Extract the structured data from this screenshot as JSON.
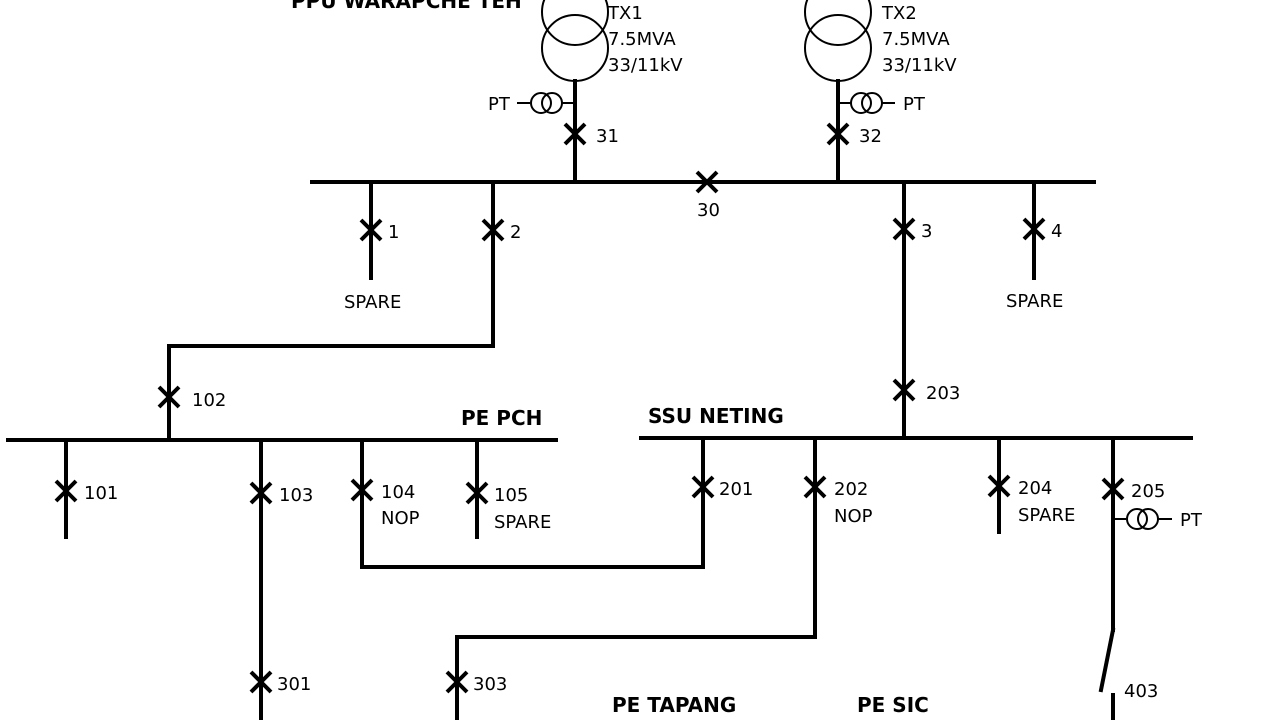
{
  "title": "PPU WARAPCHE TEH",
  "transformers": [
    {
      "name": "TX1",
      "rating": "7.5MVA",
      "voltage": "33/11kV",
      "pt": "PT",
      "breaker": "31"
    },
    {
      "name": "TX2",
      "rating": "7.5MVA",
      "voltage": "33/11kV",
      "pt": "PT",
      "breaker": "32"
    }
  ],
  "bus_coupler": "30",
  "main_feeders": [
    {
      "id": "1",
      "note": "SPARE"
    },
    {
      "id": "2"
    },
    {
      "id": "3"
    },
    {
      "id": "4",
      "note": "SPARE"
    }
  ],
  "pe_pch": {
    "name": "PE PCH",
    "incomer": "102",
    "feeders": [
      {
        "id": "101"
      },
      {
        "id": "103"
      },
      {
        "id": "104",
        "note": "NOP"
      },
      {
        "id": "105",
        "note": "SPARE"
      }
    ]
  },
  "ssu_neting": {
    "name": "SSU NETING",
    "incomer": "203",
    "feeders": [
      {
        "id": "201"
      },
      {
        "id": "202",
        "note": "NOP"
      },
      {
        "id": "204",
        "note": "SPARE"
      },
      {
        "id": "205",
        "pt": "PT"
      }
    ]
  },
  "lower": {
    "breakers": [
      "301",
      "303"
    ],
    "switch": "403",
    "substations": [
      "PE TAPANG",
      "PE SIC"
    ]
  }
}
